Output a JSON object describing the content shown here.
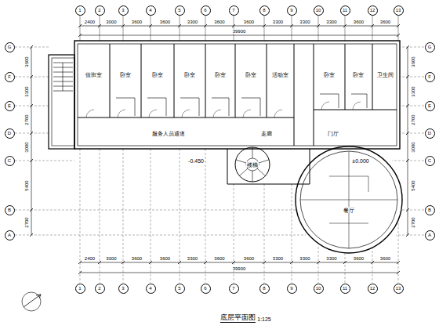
{
  "diagram": {
    "caption": "底层平面图",
    "nodes": [
      {
        "text": [
          "1"
        ]
      },
      {
        "text": [
          "2"
        ]
      },
      {
        "text": [
          "3"
        ]
      },
      {
        "text": [
          "4"
        ]
      },
      {
        "text": [
          "5"
        ]
      },
      {
        "text": [
          "6"
        ]
      },
      {
        "text": [
          "7"
        ]
      },
      {
        "text": [
          "8"
        ]
      },
      {
        "text": [
          "9"
        ]
      },
      {
        "text": [
          "10"
        ]
      },
      {
        "text": [
          "11"
        ]
      },
      {
        "text": [
          "12"
        ]
      },
      {
        "text": [
          "13"
        ]
      },
      {
        "text": [
          "G"
        ]
      },
      {
        "text": [
          "F"
        ]
      },
      {
        "text": [
          "E"
        ]
      },
      {
        "text": [
          "D"
        ]
      },
      {
        "text": [
          "C"
        ]
      },
      {
        "text": [
          "B"
        ]
      },
      {
        "text": [
          "A"
        ]
      },
      {
        "text": [
          "G"
        ]
      },
      {
        "text": [
          "F"
        ]
      },
      {
        "text": [
          "E"
        ]
      },
      {
        "text": [
          "D"
        ]
      },
      {
        "text": [
          "C"
        ]
      },
      {
        "text": [
          "B"
        ]
      },
      {
        "text": [
          "A"
        ]
      },
      {
        "text": [
          "1"
        ]
      },
      {
        "text": [
          "2"
        ]
      },
      {
        "text": [
          "3"
        ]
      },
      {
        "text": [
          "4"
        ]
      },
      {
        "text": [
          "5"
        ]
      },
      {
        "text": [
          "6"
        ]
      },
      {
        "text": [
          "7"
        ]
      },
      {
        "text": [
          "8"
        ]
      },
      {
        "text": [
          "9"
        ]
      },
      {
        "text": [
          "10"
        ]
      },
      {
        "text": [
          "11"
        ]
      },
      {
        "text": [
          "12"
        ]
      },
      {
        "text": [
          "13"
        ]
      }
    ],
    "labels": [
      "卧室",
      "卧室",
      "卧室",
      "卧室",
      "卧室",
      "活动室",
      "值班室",
      "卧室",
      "卧室",
      "卫生间",
      "服务人员通道",
      "走廊",
      "门厅",
      "楼梯",
      "餐厅",
      "-0.450",
      "±0.000",
      "1:125",
      "2400",
      "3000",
      "3600",
      "3600",
      "3300",
      "3600",
      "3600",
      "3300",
      "3300",
      "3300",
      "3600",
      "3600",
      "39900",
      "2400",
      "3000",
      "3600",
      "3600",
      "3300",
      "3600",
      "3600",
      "3300",
      "3300",
      "3300",
      "3600",
      "3600",
      "39900",
      "3600",
      "3300",
      "2700",
      "3000",
      "5400",
      "2700",
      "3600",
      "3300",
      "2700",
      "3000",
      "5400",
      "2700"
    ]
  }
}
